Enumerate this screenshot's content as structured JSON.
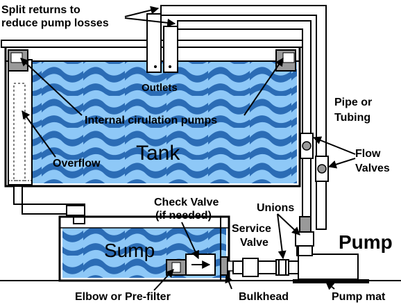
{
  "labels": {
    "split_returns_line1": "Split returns to",
    "split_returns_line2": "reduce pump losses",
    "outlets": "Outlets",
    "pipe_or": "Pipe or",
    "tubing": "Tubing",
    "internal_pumps": "Internal cirulation pumps",
    "tank": "Tank",
    "overflow": "Overflow",
    "flow": "Flow",
    "valves": "Valves",
    "check_valve": "Check Valve",
    "if_needed": "(if needed)",
    "unions": "Unions",
    "service": "Service",
    "valve": "Valve",
    "sump": "Sump",
    "pump": "Pump",
    "elbow_prefilter": "Elbow or Pre-filter",
    "bulkhead": "Bulkhead",
    "pump_mat": "Pump mat"
  },
  "colors": {
    "water_light": "#8EC8F7",
    "water_dark": "#2B6CB5",
    "pipe": "#FFFFFF",
    "outline": "#000000",
    "pump_body": "#FFFFFF",
    "device_gray": "#999999"
  }
}
